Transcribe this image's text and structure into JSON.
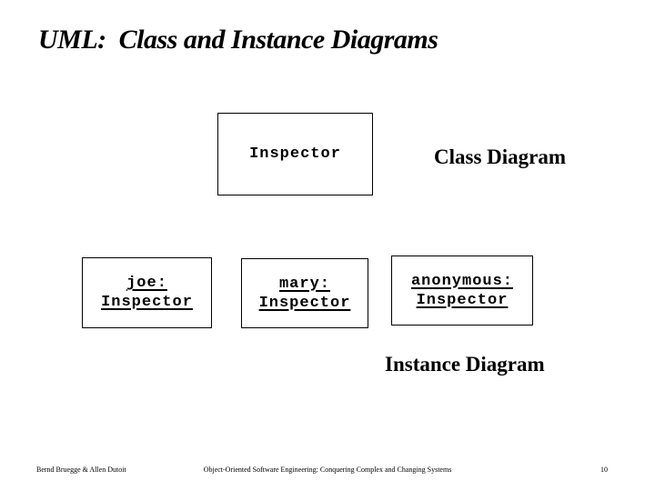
{
  "slide": {
    "title": "UML:  Class and Instance Diagrams",
    "class_diagram_label": "Class Diagram",
    "instance_diagram_label": "Instance Diagram",
    "class_box": {
      "name": "Inspector"
    },
    "instance_boxes": [
      {
        "line1": "joe:",
        "line2": "Inspector"
      },
      {
        "line1": "mary:",
        "line2": "Inspector"
      },
      {
        "line1": "anonymous:",
        "line2": "Inspector"
      }
    ],
    "footer": {
      "author": "Bernd Bruegge & Allen Dutoit",
      "center": "Object-Oriented Software Engineering: Conquering Complex and Changing Systems",
      "page_number": "10"
    },
    "colors": {
      "background": "#ffffff",
      "text": "#000000",
      "border": "#000000"
    }
  }
}
